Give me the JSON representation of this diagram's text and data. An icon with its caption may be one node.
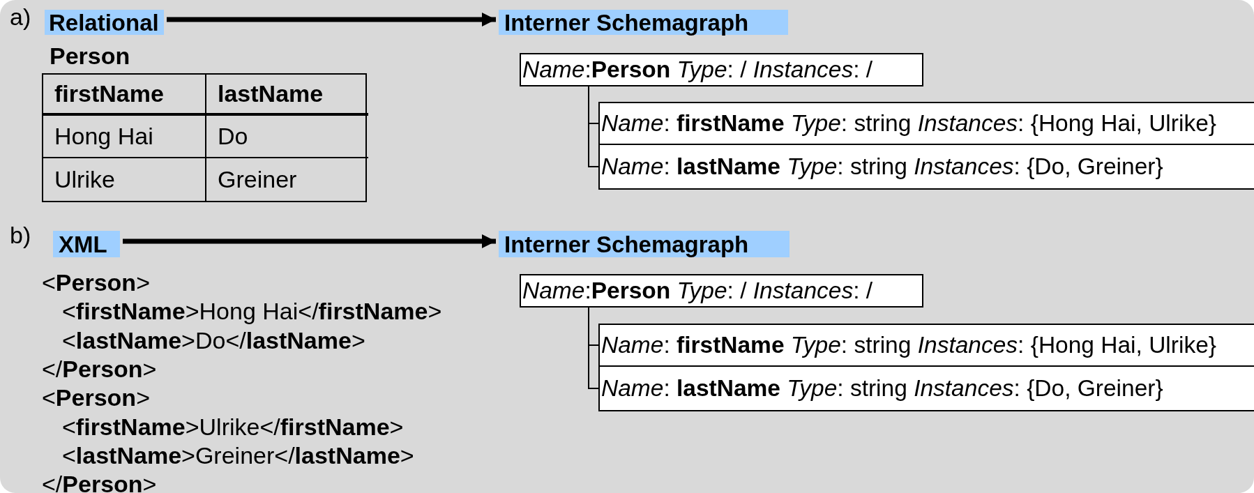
{
  "diagram": {
    "nodes": [
      {
        "text": [
          "Relational"
        ]
      },
      {
        "text": [
          "Interner Schemagraph"
        ]
      },
      {
        "text": [
          "*Name*:**Person** *Type*: / *Instances*: /"
        ]
      },
      {
        "text": [
          "*Name*: **firstName** *Type*: string *Instances*: {Hong Hai, Ulrike}"
        ]
      },
      {
        "text": [
          "*Name*: **lastName** *Type*: string *Instances*: {Do, Greiner}"
        ]
      },
      {
        "text": [
          "XML"
        ]
      },
      {
        "text": [
          "Interner Schemagraph"
        ]
      },
      {
        "text": [
          "*Name*:**Person** *Type*: / *Instances*: /"
        ]
      },
      {
        "text": [
          "*Name*: **firstName** *Type*: string *Instances*: {Hong Hai, Ulrike}"
        ]
      },
      {
        "text": [
          "*Name*: **lastName** *Type*: string *Instances*: {Do, Greiner}"
        ]
      }
    ],
    "edges": [
      {
        "from": 0,
        "to": 1,
        "arrow": "to",
        "style": "thick"
      },
      {
        "from": 2,
        "to": 3,
        "arrow": "none"
      },
      {
        "from": 2,
        "to": 4,
        "arrow": "none"
      },
      {
        "from": 5,
        "to": 6,
        "arrow": "to",
        "style": "thick"
      },
      {
        "from": 7,
        "to": 8,
        "arrow": "none"
      },
      {
        "from": 7,
        "to": 9,
        "arrow": "none"
      }
    ],
    "labels": [
      "a)",
      "Person",
      "firstName",
      "lastName",
      "Hong Hai",
      "Do",
      "Ulrike",
      "Greiner",
      "b)",
      "<**Person**>",
      "<**firstName**>Hong Hai</**firstName**>",
      "<**lastName**>Do</**lastName**>",
      "</**Person**>",
      "<**Person**>",
      "<**firstName**>Ulrike</**firstName**>",
      "<**lastName**>Greiner</**lastName**>",
      "</**Person**>"
    ]
  }
}
